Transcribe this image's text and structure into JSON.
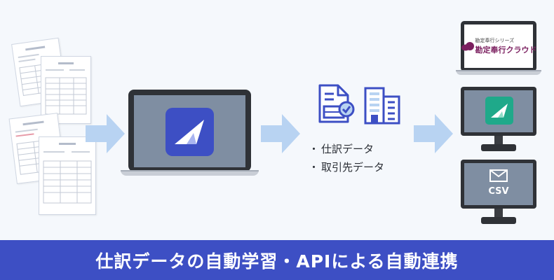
{
  "data_list": {
    "items": [
      "仕訳データ",
      "取引先データ"
    ],
    "bullet": "・"
  },
  "kanjo_bugyo": {
    "sub": "勘定奉行シリーズ",
    "name": "勘定奉行クラウド"
  },
  "csv_label": "CSV",
  "footer": {
    "title": "仕訳データの自動学習・APIによる自動連携"
  },
  "colors": {
    "brand_blue": "#3d4fc4",
    "arrow_blue": "#b8d3f2",
    "screen_gray": "#7f8ea2",
    "teal": "#1fa98a",
    "kanjo_purple": "#7b1f5f"
  },
  "icons": [
    "document-icon",
    "building-icon",
    "email-icon",
    "app-logo-icon"
  ]
}
